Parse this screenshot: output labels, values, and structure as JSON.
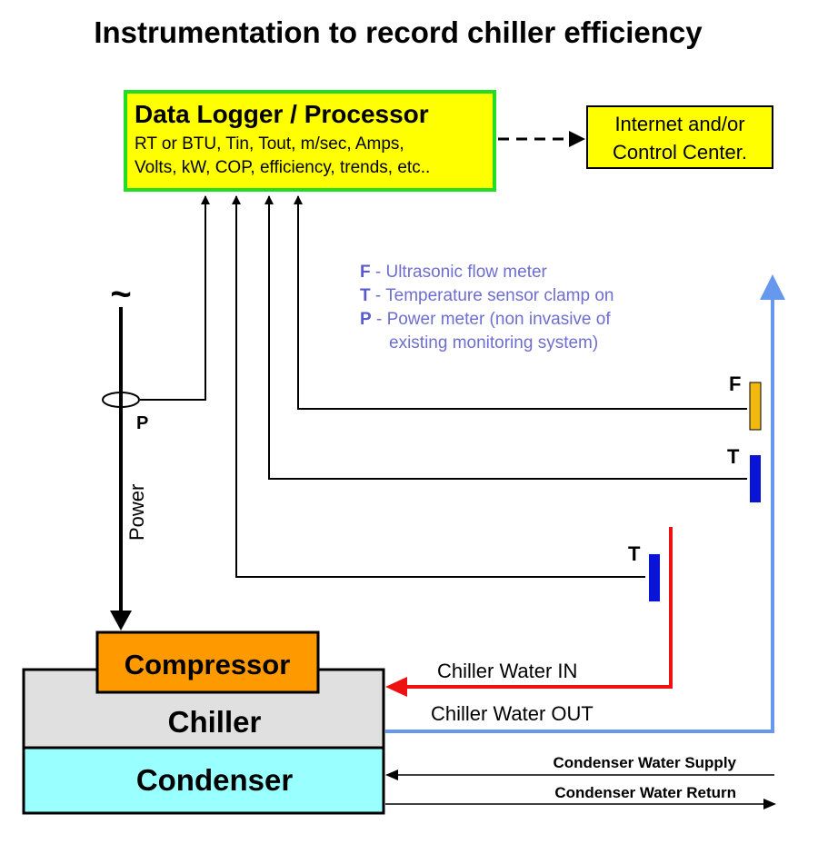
{
  "title": "Instrumentation to record chiller efficiency",
  "data_logger": {
    "title": "Data Logger / Processor",
    "line1": "RT or BTU, Tin, Tout, m/sec, Amps,",
    "line2": "Volts, kW, COP, efficiency, trends, etc..",
    "fill": "#ffff00",
    "border": "#22dd22"
  },
  "internet": {
    "line1": "Internet and/or",
    "line2": "Control Center.",
    "fill": "#ffff00"
  },
  "legend": [
    {
      "key": "F",
      "text": " - Ultrasonic flow meter"
    },
    {
      "key": "T",
      "text": " - Temperature sensor clamp on"
    },
    {
      "key": "P",
      "text": " - Power meter (non invasive of"
    },
    {
      "key": "",
      "text": "existing monitoring system)"
    }
  ],
  "power": {
    "symbol": "~",
    "meter_label": "P",
    "label": "Power"
  },
  "sensors": {
    "flow_label": "F",
    "temp_out_label": "T",
    "temp_in_label": "T",
    "flow_color": "#f2b90f",
    "temp_color": "#0a14d6"
  },
  "units": {
    "compressor": "Compressor",
    "chiller": "Chiller",
    "condenser": "Condenser",
    "compressor_fill": "#ff9900",
    "chiller_fill": "#e0e0e0",
    "condenser_fill": "#99ffff"
  },
  "flows": {
    "chiller_in": "Chiller Water IN",
    "chiller_out": "Chiller Water OUT",
    "condenser_supply": "Condenser Water Supply",
    "condenser_return": "Condenser Water Return",
    "in_color": "#ee1111",
    "out_color": "#6699ee"
  }
}
